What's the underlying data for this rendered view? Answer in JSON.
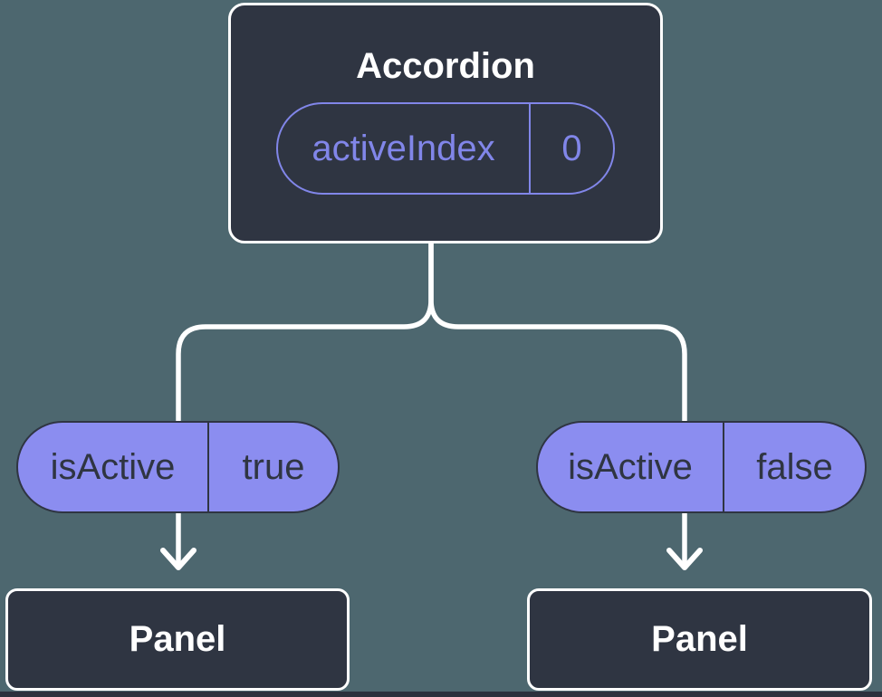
{
  "colors": {
    "background": "#4d676f",
    "node_fill": "#2f3542",
    "node_border": "#ffffff",
    "pill_fill": "#8b8df0",
    "pill_border": "#2f3542",
    "pill_text": "#2f3542",
    "accent_purple": "#8186e9",
    "connector": "#ffffff",
    "title_text": "#ffffff",
    "bottom_strip": "#2c313d"
  },
  "parent_node": {
    "title": "Accordion",
    "state": {
      "name": "activeIndex",
      "value": "0"
    }
  },
  "children": [
    {
      "prop_name": "isActive",
      "prop_value": "true",
      "node_label": "Panel"
    },
    {
      "prop_name": "isActive",
      "prop_value": "false",
      "node_label": "Panel"
    }
  ]
}
